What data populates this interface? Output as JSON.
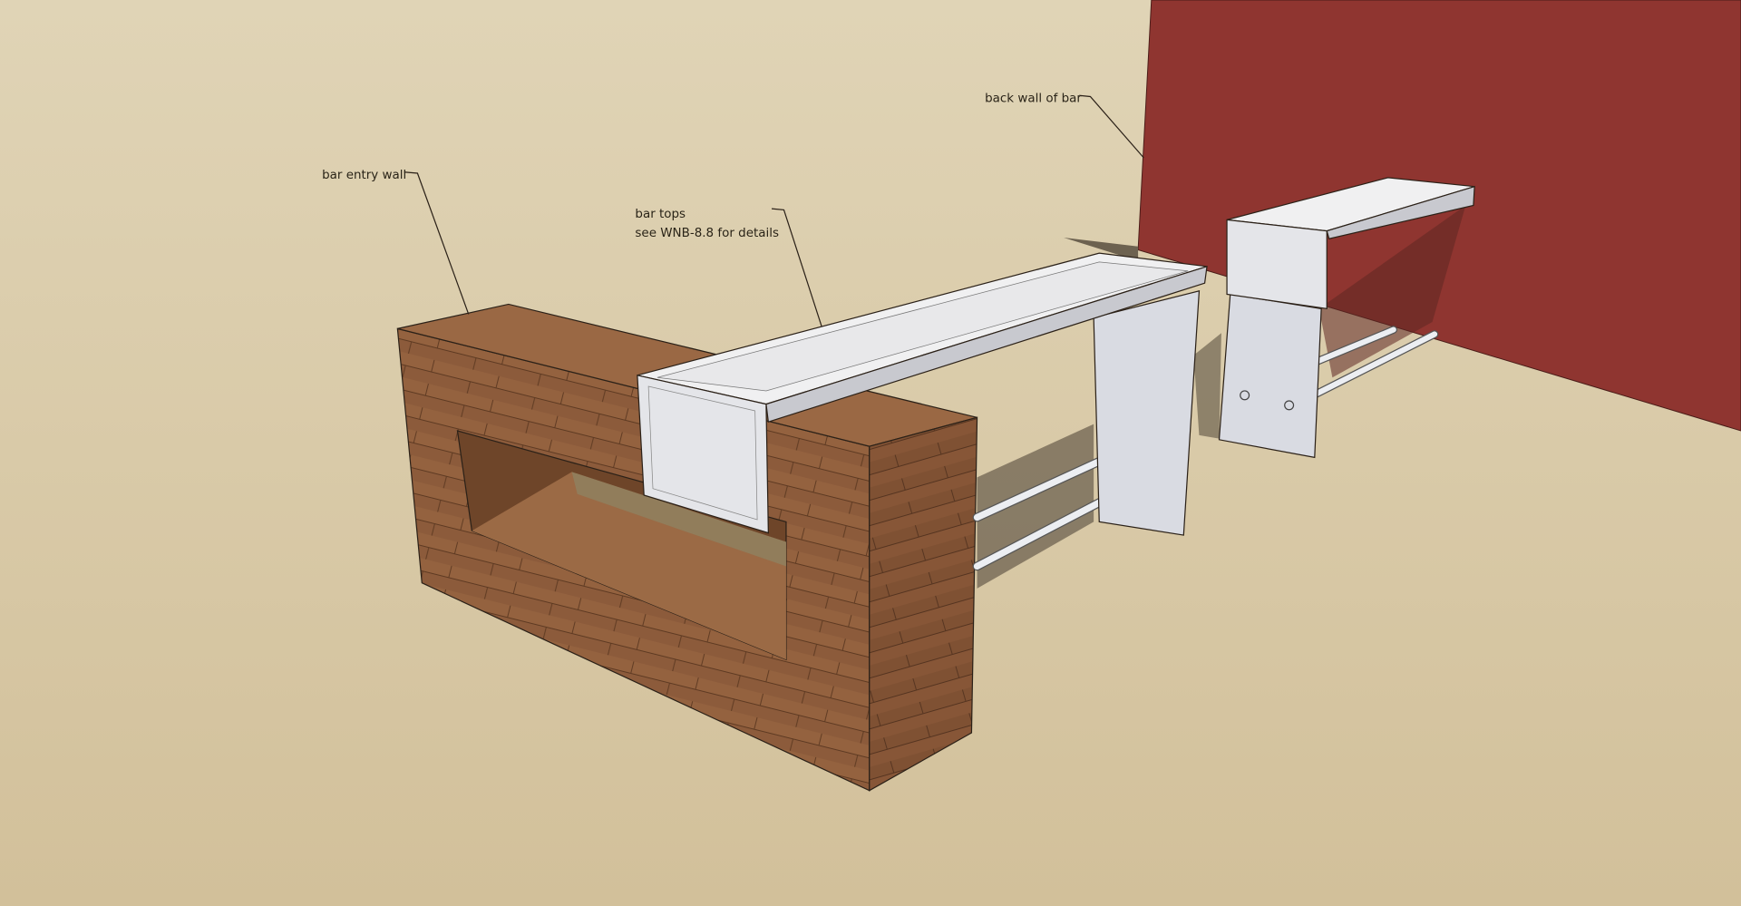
{
  "annotations": {
    "entry_wall": "bar entry wall",
    "bar_tops_line1": "bar tops",
    "bar_tops_line2": "see WNB-8.8 for details",
    "back_wall": "back wall of bar"
  },
  "colors": {
    "background_top": "#e0d4b6",
    "background_bottom": "#d2c09a",
    "back_wall": "#8f3530",
    "wood": "#8c5b3b",
    "bar_top": "#eeeeef",
    "shadow": "#6d6250"
  }
}
